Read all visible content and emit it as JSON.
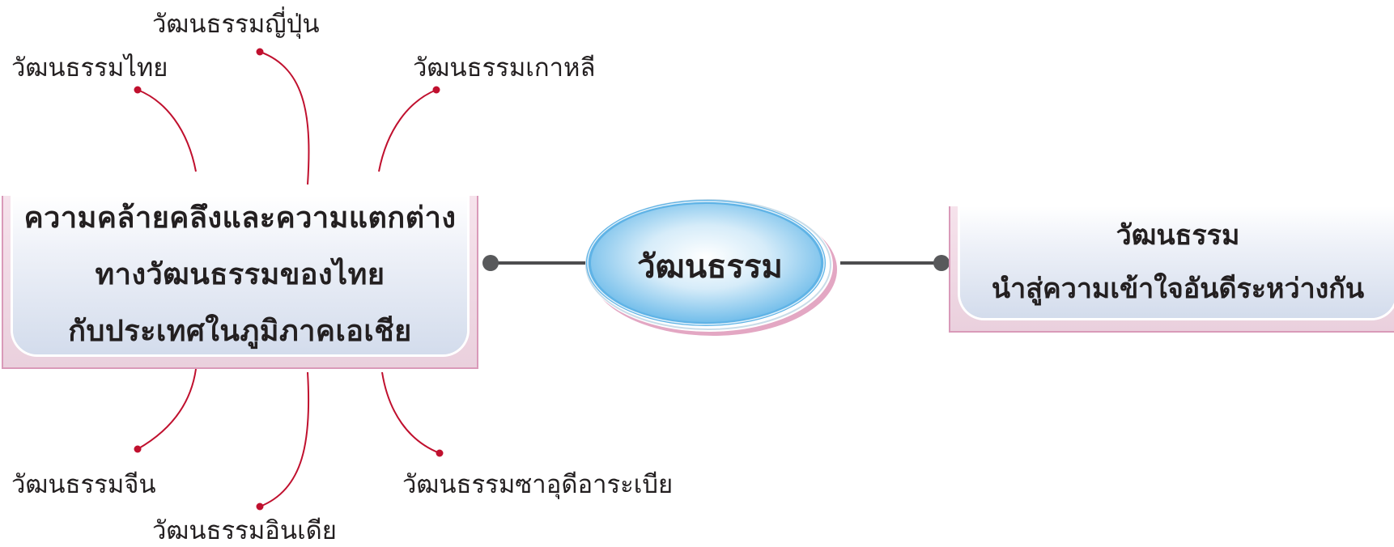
{
  "center": {
    "label": "วัฒนธรรม"
  },
  "left_box": {
    "lines": [
      "ความคล้ายคลึงและความแตกต่าง",
      "ทางวัฒนธรรมของไทย",
      "กับประเทศในภูมิภาคเอเชีย"
    ]
  },
  "right_box": {
    "lines": [
      "วัฒนธรรม",
      "นำสู่ความเข้าใจอันดีระหว่างกัน"
    ]
  },
  "leaves": {
    "thai": "วัฒนธรรมไทย",
    "japan": "วัฒนธรรมญี่ปุ่น",
    "korea": "วัฒนธรรมเกาหลี",
    "china": "วัฒนธรรมจีน",
    "india": "วัฒนธรรมอินเดีย",
    "saudi": "วัฒนธรรมซาอุดีอาระเบีย"
  },
  "colors": {
    "connector": "#c0102e",
    "link_line": "#4d4d4f",
    "box_border": "#d99ab9",
    "ellipse_fill": "#7cc3ec"
  }
}
